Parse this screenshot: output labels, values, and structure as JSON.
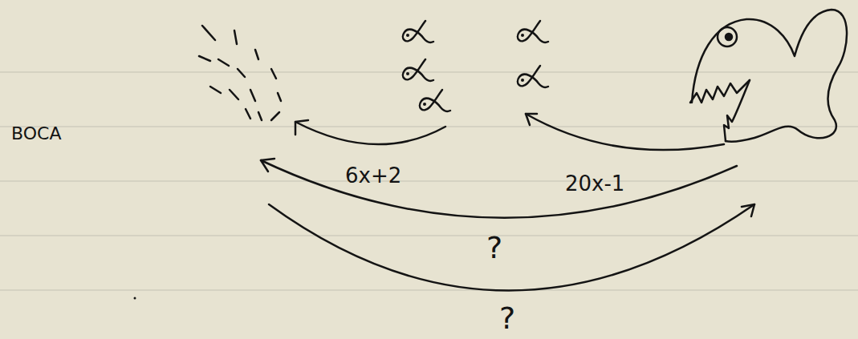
{
  "diagram": {
    "labels": [
      "BOCA",
      "6x+2",
      "20x-1",
      "?",
      "?"
    ]
  }
}
